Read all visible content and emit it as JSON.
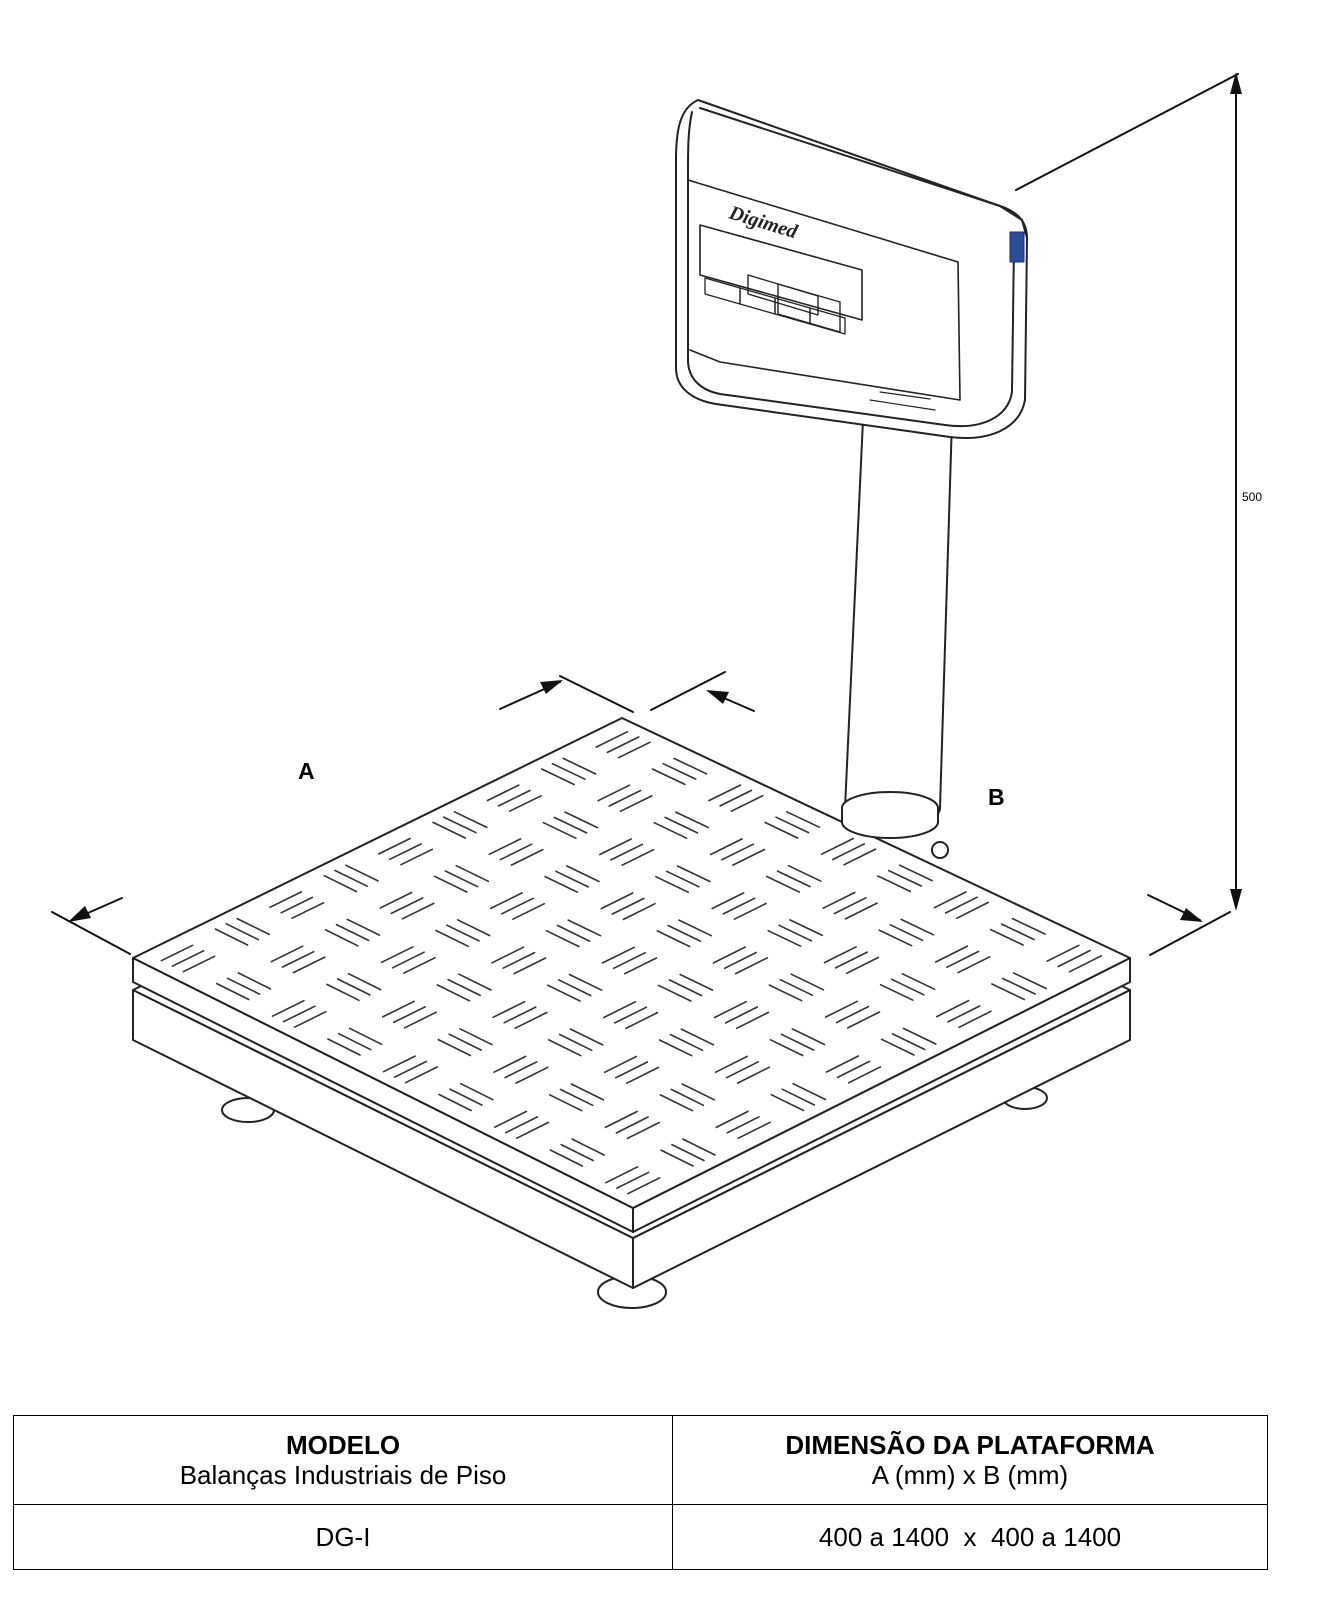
{
  "drawing": {
    "brand": "Digimed",
    "label_a": "A",
    "label_b": "B",
    "height_value": "500"
  },
  "table": {
    "headers": [
      {
        "title": "MODELO",
        "subtitle": "Balanças Industriais de Piso"
      },
      {
        "title": "DIMENSÃO DA PLATAFORMA",
        "subtitle": "A (mm) x B (mm)"
      }
    ],
    "rows": [
      {
        "model": "DG-I",
        "dimension": "400 a 1400  x  400 a 1400"
      }
    ]
  }
}
